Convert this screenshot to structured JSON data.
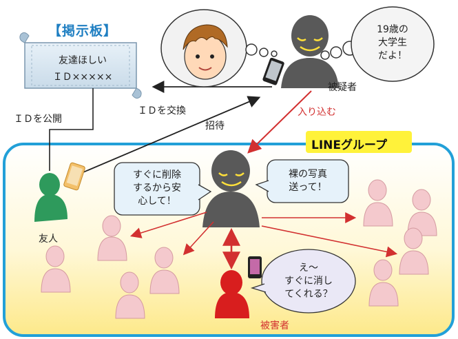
{
  "board": {
    "title": "【掲示板】",
    "post_line1": "友達ほしい",
    "post_line2": "ＩＤ×××××"
  },
  "suspect": {
    "label": "被疑者",
    "thought_lines": [
      "19歳の",
      "大学生",
      "だよ！"
    ]
  },
  "arrows": {
    "publish_id": "ＩＤを公開",
    "exchange_id": "ＩＤを交換",
    "invite": "招待",
    "infiltrate": "入り込む"
  },
  "group": {
    "title": "LINEグループ",
    "friend_label": "友人",
    "victim_label": "被害者",
    "suspect_bubble_left": [
      "すぐに削除",
      "するから安",
      "心して！"
    ],
    "suspect_bubble_right": [
      "裸の写真",
      "送って！"
    ],
    "victim_bubble": [
      "え～",
      "すぐに消し",
      "てくれる？"
    ]
  },
  "colors": {
    "group_border": "#22a0d8",
    "arrow_red": "#d23030",
    "suspect_gray": "#595959",
    "friend_green": "#2e9a5c",
    "victim_red": "#d81e1e",
    "member_pink": "#f4c9cd"
  }
}
